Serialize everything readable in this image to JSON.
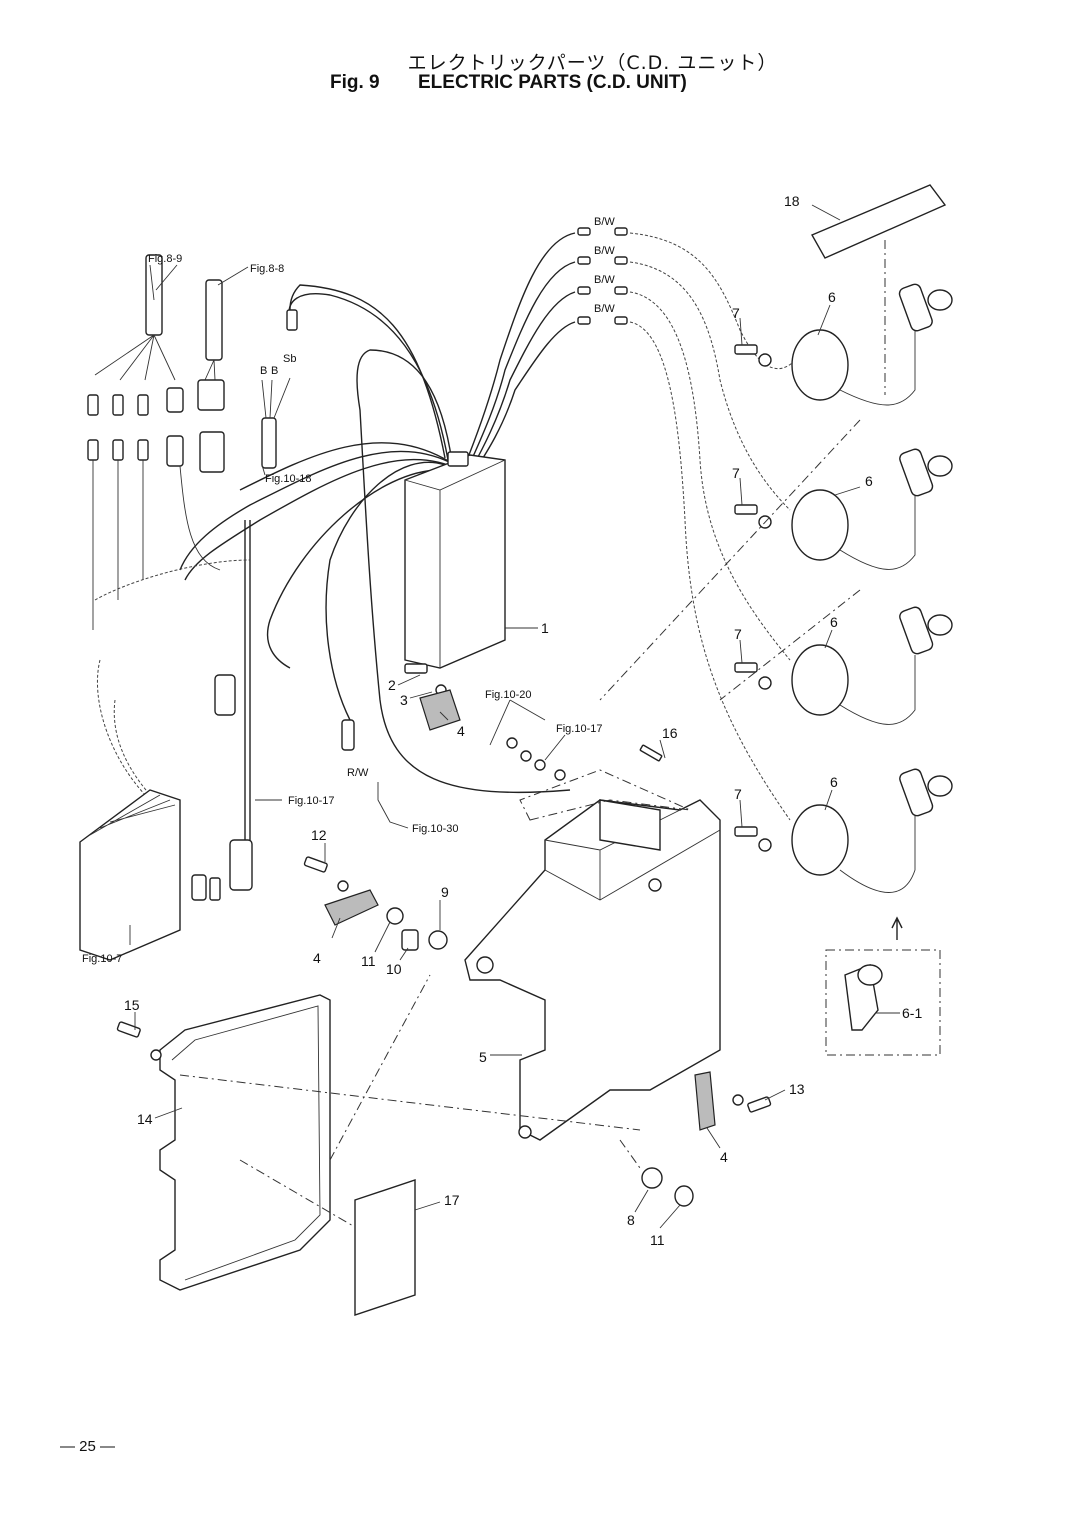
{
  "title": {
    "jp": "エレクトリックパーツ（C.D. ユニット）",
    "fig_label": "Fig. 9",
    "en": "ELECTRIC PARTS (C.D. UNIT)"
  },
  "callouts": {
    "c1": "1",
    "c2": "2",
    "c3": "3",
    "c4a": "4",
    "c4b": "4",
    "c4c": "4",
    "c5": "5",
    "c6a": "6",
    "c6b": "6",
    "c6c": "6",
    "c6d": "6",
    "c6_1": "6-1",
    "c7a": "7",
    "c7b": "7",
    "c7c": "7",
    "c7d": "7",
    "c8": "8",
    "c9": "9",
    "c10": "10",
    "c11a": "11",
    "c11b": "11",
    "c12": "12",
    "c13": "13",
    "c14": "14",
    "c15": "15",
    "c16": "16",
    "c17": "17",
    "c18": "18"
  },
  "references": {
    "fig8_9": "Fig.8-9",
    "fig8_8": "Fig.8-8",
    "fig10_18": "Fig.10-18",
    "fig10_20": "Fig.10-20",
    "fig10_17a": "Fig.10-17",
    "fig10_17b": "Fig.10-17",
    "fig10_30": "Fig.10-30",
    "fig10_7": "Fig.10-7"
  },
  "wire_labels": {
    "bw1": "B/W",
    "bw2": "B/W",
    "bw3": "B/W",
    "bw4": "B/W",
    "rw": "R/W",
    "sb": "Sb",
    "b1": "B",
    "b2": "B"
  },
  "page_number": "— 25 —"
}
